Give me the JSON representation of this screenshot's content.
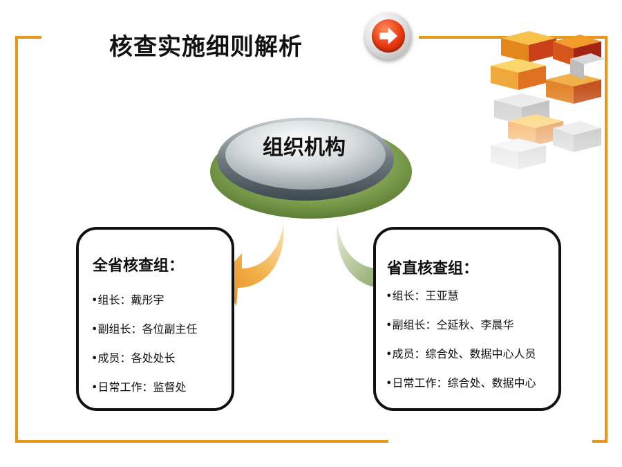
{
  "slide": {
    "title": "核查实施细则解析",
    "hub_label": "组织机构"
  },
  "left_card": {
    "title": "全省核查组：",
    "items": [
      "•组长：戴彤宇",
      "•副组长：各位副主任",
      "•成员：各处处长",
      "•日常工作：监督处"
    ]
  },
  "right_card": {
    "title": "省直核查组：",
    "items": [
      "•组长：王亚慧",
      "•副组长：仝延秋、李晨华",
      "•成员：综合处、数据中心人员",
      "•日常工作：综合处、数据中心"
    ]
  },
  "icons": {
    "nav_arrow": "right-arrow-icon",
    "decoration": "isometric-blocks-graphic"
  },
  "colors": {
    "frame": "#e8951c",
    "arrow_red": "#e8380f",
    "left_curve": "#e8951c",
    "right_curve": "#7a9a52",
    "hub_green": "#7e9f4e",
    "hub_grey": "#9ea6aa"
  }
}
